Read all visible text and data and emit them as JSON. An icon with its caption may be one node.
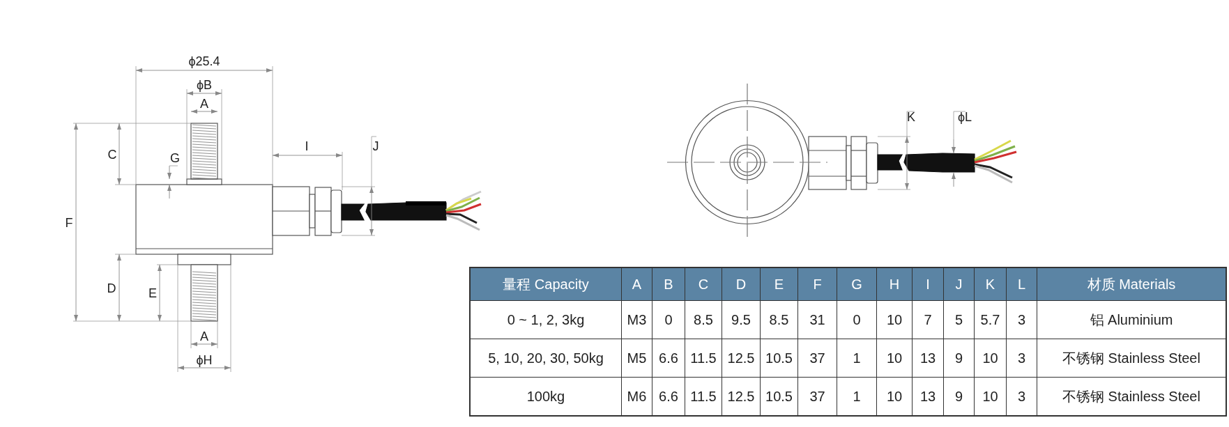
{
  "diagram": {
    "labels": [
      "ϕ25.4",
      "ϕB",
      "A",
      "C",
      "G",
      "I",
      "J",
      "F",
      "D",
      "E",
      "A",
      "ϕH",
      "K",
      "ϕL",
      "量程 Capacity",
      "A",
      "B",
      "C",
      "D",
      "E",
      "F",
      "G",
      "H",
      "I",
      "J",
      "K",
      "L",
      "材质 Materials",
      "0 ~ 1, 2, 3kg",
      "M3",
      "0",
      "8.5",
      "9.5",
      "8.5",
      "31",
      "0",
      "10",
      "7",
      "5",
      "5.7",
      "3",
      "铝 Aluminium",
      "5, 10, 20, 30, 50kg",
      "M5",
      "6.6",
      "11.5",
      "12.5",
      "10.5",
      "37",
      "1",
      "10",
      "13",
      "9",
      "10",
      "3",
      "不锈钢 Stainless Steel",
      "100kg",
      "M6",
      "6.6",
      "11.5",
      "12.5",
      "10.5",
      "37",
      "1",
      "10",
      "13",
      "9",
      "10",
      "3",
      "不锈钢 Stainless Steel"
    ]
  }
}
